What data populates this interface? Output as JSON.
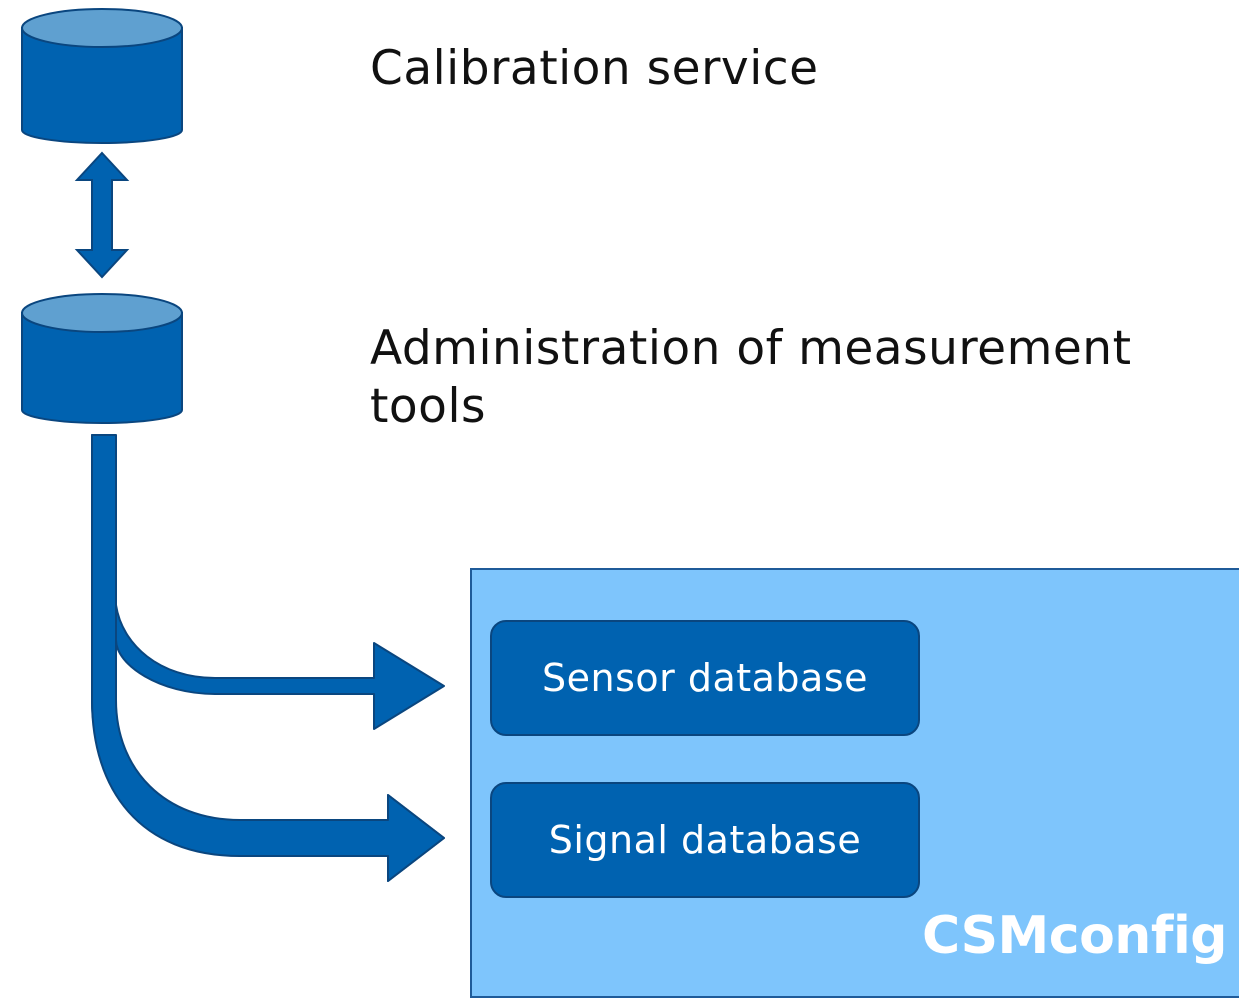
{
  "diagram": {
    "calibration_service": {
      "label": "Calibration service"
    },
    "administration": {
      "label": "Administration of measurement tools"
    },
    "csm_panel": {
      "title": "CSMconfig",
      "boxes": {
        "sensor": {
          "label": "Sensor database"
        },
        "signal": {
          "label": "Signal database"
        }
      }
    }
  },
  "colors": {
    "primary_blue": "#0062b0",
    "cylinder_top": "#5fa0d0",
    "panel_blue": "#7ec5fc",
    "outline": "#0a467f"
  },
  "icons": {
    "database_icon": "database-cylinder",
    "arrow": "double-headed-arrow"
  }
}
